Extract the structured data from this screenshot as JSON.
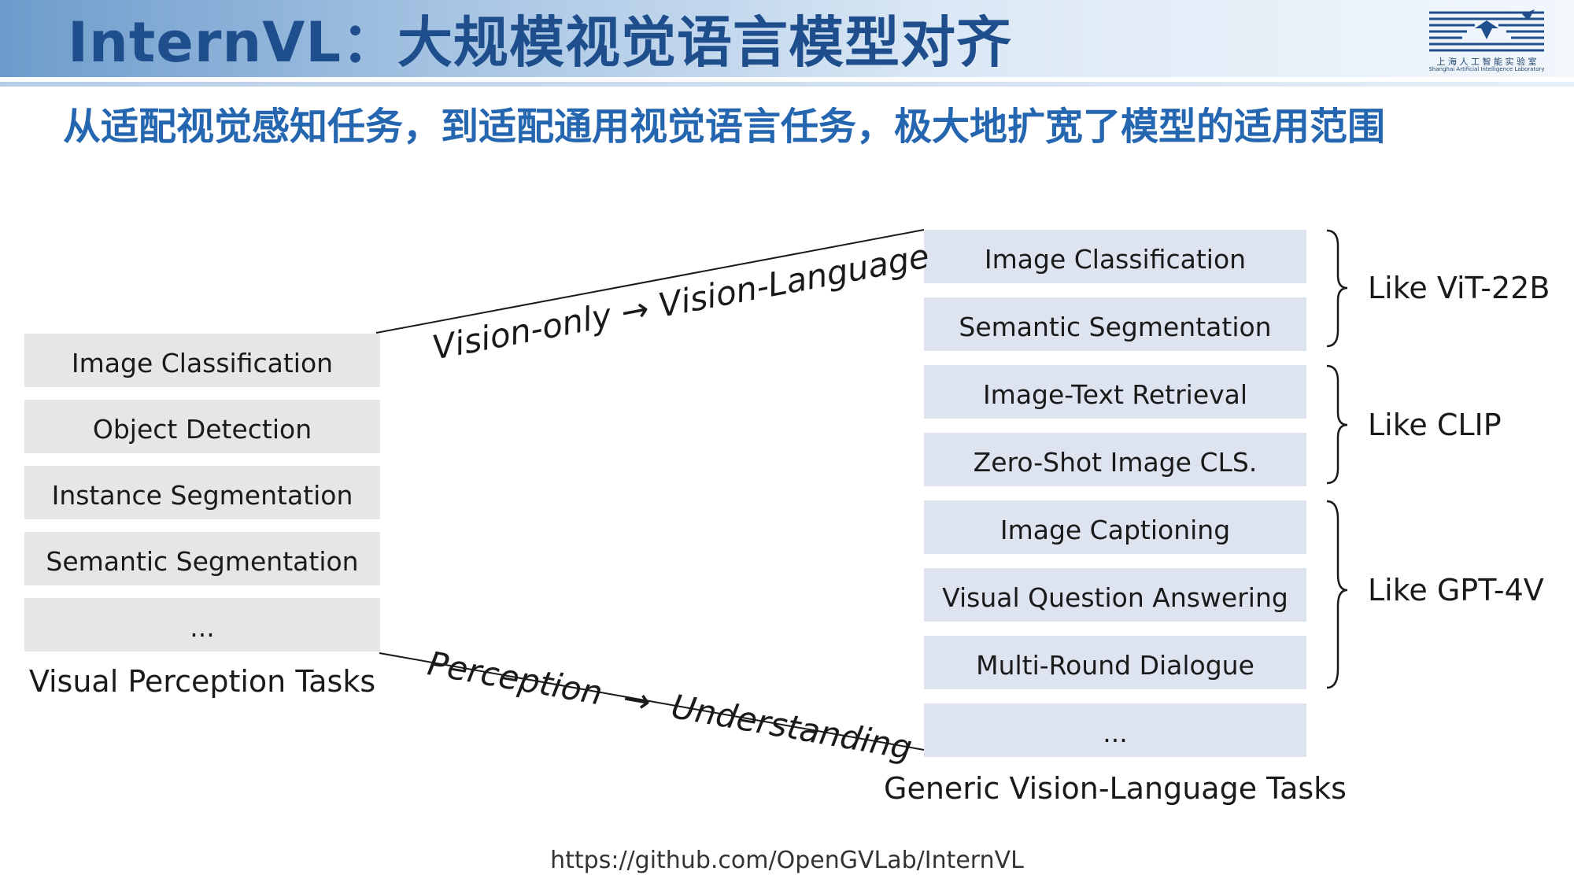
{
  "header": {
    "title": "InternVL：大规模视觉语言模型对齐",
    "logo_text": "上 海 人 工 智 能 实 验 室",
    "logo_subtext": "Shanghai Artificial Intelligence Laboratory"
  },
  "subtitle": "从适配视觉感知任务，到适配通用视觉语言任务，极大地扩宽了模型的适用范围",
  "left_panel": {
    "items": [
      "Image Classification",
      "Object Detection",
      "Instance Segmentation",
      "Semantic Segmentation",
      "..."
    ],
    "caption": "Visual Perception Tasks"
  },
  "right_panel": {
    "items": [
      "Image Classification",
      "Semantic Segmentation",
      "Image-Text Retrieval",
      "Zero-Shot Image CLS.",
      "Image Captioning",
      "Visual Question Answering",
      "Multi-Round Dialogue",
      "..."
    ],
    "caption": "Generic Vision-Language Tasks"
  },
  "groups": [
    {
      "label": "Like ViT-22B"
    },
    {
      "label": "Like CLIP"
    },
    {
      "label": "Like GPT-4V"
    }
  ],
  "connectors": {
    "top": "Vision-only → Vision-Language",
    "bottom": "Perception → Understanding"
  },
  "footer": {
    "url": "https://github.com/OpenGVLab/InternVL"
  },
  "colors": {
    "title": "#1f4e8c",
    "subtitle": "#2566b0",
    "left_box": "#e6e6e6",
    "right_box": "#dde4f0"
  }
}
